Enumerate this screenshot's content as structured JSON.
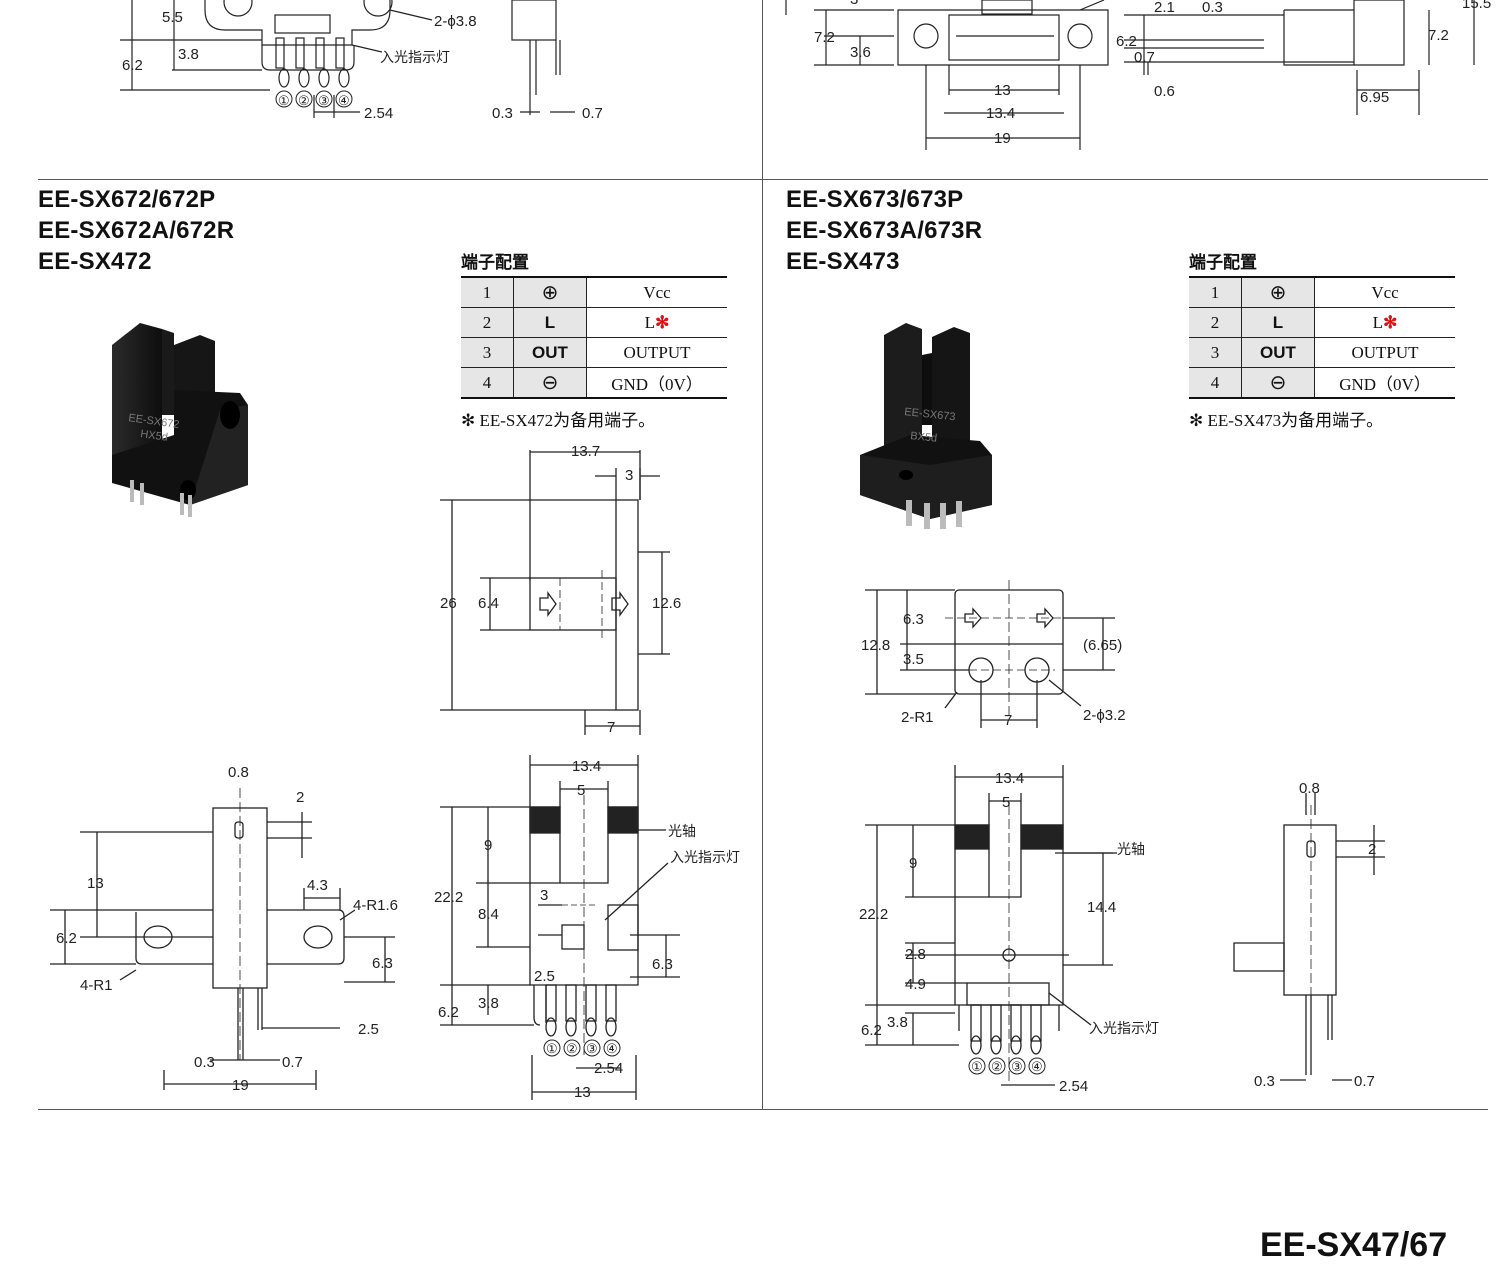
{
  "top_dims": {
    "left_body_a": "5.5",
    "left_height": "6.2",
    "left_sub": "3.8",
    "left_holes": "2-ϕ3.8",
    "left_indicator": "入光指示灯",
    "left_pins": [
      "①",
      "②",
      "③",
      "④"
    ],
    "left_pitch": "2.54",
    "left_t1": "0.3",
    "left_t2": "0.7",
    "right_a": "7.2",
    "right_b": "3.6",
    "right_c": "13",
    "right_d": "13.4",
    "right_e": "19",
    "right_f": "2.1",
    "right_g": "0.3",
    "right_h": "6.2",
    "right_i": "0.7",
    "right_j": "0.6",
    "right_k": "6.95",
    "right_l": "7.2",
    "right_m": "15.5",
    "right_n": "3"
  },
  "sections": [
    {
      "models": [
        "EE-SX672/672P",
        "EE-SX672A/672R",
        "EE-SX472"
      ],
      "pin_table_title": "端子配置",
      "pins": [
        {
          "num": "1",
          "symbol": "⊕",
          "name": "Vcc",
          "mark": ""
        },
        {
          "num": "2",
          "symbol": "L",
          "name": "L",
          "mark": "✻"
        },
        {
          "num": "3",
          "symbol": "OUT",
          "name": "OUTPUT",
          "mark": ""
        },
        {
          "num": "4",
          "symbol": "⊖",
          "name": "GND（0V）",
          "mark": ""
        }
      ],
      "note_mark": "✻",
      "note": "EE-SX472为备用端子。",
      "product_label": "EE-SX672",
      "product_sub": "HX5d",
      "side": {
        "w": "13.7",
        "t": "3",
        "h": "26",
        "a": "6.4",
        "b": "12.6",
        "c": "7"
      },
      "front": {
        "w": "13.4",
        "slot": "5",
        "axis": "光轴",
        "indicator": "入光指示灯",
        "h": "22.2",
        "d9": "9",
        "d84": "8.4",
        "d3": "3",
        "d25": "2.5",
        "d63": "6.3",
        "d38": "3.8",
        "d62": "6.2",
        "pitch": "2.54",
        "base": "13",
        "pins": [
          "①",
          "②",
          "③",
          "④"
        ]
      },
      "left": {
        "d08": "0.8",
        "d2": "2",
        "d13": "13",
        "d43": "4.3",
        "r16": "4-R1.6",
        "d62": "6.2",
        "r1": "4-R1",
        "d63": "6.3",
        "d25": "2.5",
        "d03": "0.3",
        "d07": "0.7",
        "d19": "19"
      }
    },
    {
      "models": [
        "EE-SX673/673P",
        "EE-SX673A/673R",
        "EE-SX473"
      ],
      "pin_table_title": "端子配置",
      "pins": [
        {
          "num": "1",
          "symbol": "⊕",
          "name": "Vcc",
          "mark": ""
        },
        {
          "num": "2",
          "symbol": "L",
          "name": "L",
          "mark": "✻"
        },
        {
          "num": "3",
          "symbol": "OUT",
          "name": "OUTPUT",
          "mark": ""
        },
        {
          "num": "4",
          "symbol": "⊖",
          "name": "GND（0V）",
          "mark": ""
        }
      ],
      "note_mark": "✻",
      "note": "EE-SX473为备用端子。",
      "product_label": "EE-SX673",
      "product_sub": "BX5d",
      "top": {
        "d63": "6.3",
        "d128": "12.8",
        "d35": "3.5",
        "d665": "(6.65)",
        "r1": "2-R1",
        "d7": "7",
        "holes": "2-ϕ3.2"
      },
      "front": {
        "w": "13.4",
        "slot": "5",
        "axis": "光轴",
        "h": "22.2",
        "d9": "9",
        "d144": "14.4",
        "d28": "2.8",
        "d49": "4.9",
        "d38": "3.8",
        "d62": "6.2",
        "indicator": "入光指示灯",
        "pitch": "2.54",
        "pins": [
          "①",
          "②",
          "③",
          "④"
        ]
      },
      "side": {
        "d08": "0.8",
        "d2": "2",
        "d03": "0.3",
        "d07": "0.7"
      }
    }
  ],
  "footer": "EE-SX47/67"
}
